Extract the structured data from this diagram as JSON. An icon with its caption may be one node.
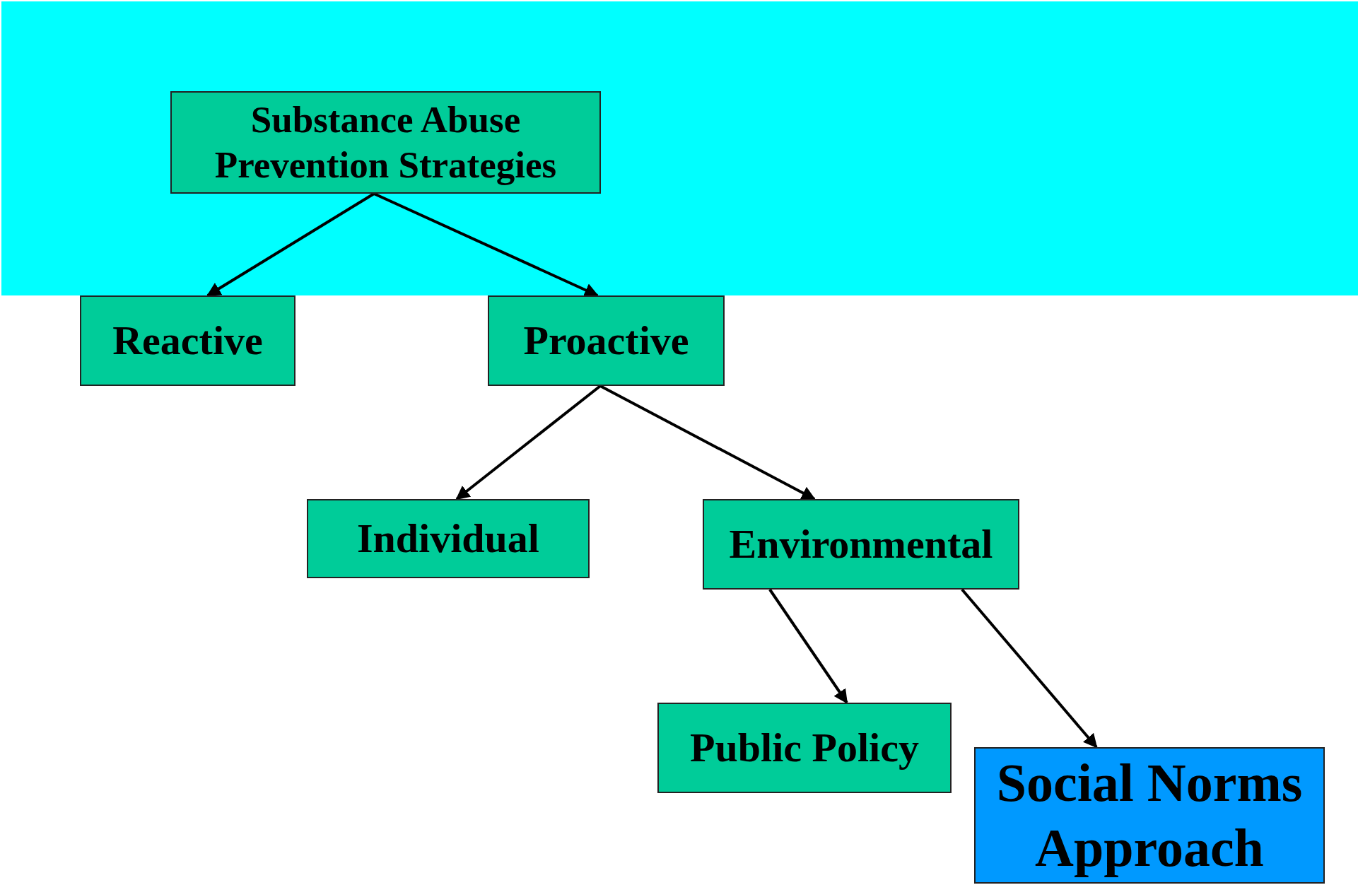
{
  "diagram": {
    "nodes": [
      {
        "text": [
          "Substance Abuse Prevention Strategies"
        ]
      },
      {
        "text": [
          "Reactive"
        ]
      },
      {
        "text": [
          "Proactive"
        ]
      },
      {
        "text": [
          "Individual"
        ]
      },
      {
        "text": [
          "Environmental"
        ]
      },
      {
        "text": [
          "Public Policy"
        ]
      },
      {
        "text": [
          "Social Norms Approach"
        ]
      }
    ],
    "edges": [
      {
        "from": 0,
        "to": 1,
        "arrow": "to"
      },
      {
        "from": 0,
        "to": 2,
        "arrow": "to"
      },
      {
        "from": 2,
        "to": 3,
        "arrow": "to"
      },
      {
        "from": 2,
        "to": 4,
        "arrow": "to"
      },
      {
        "from": 4,
        "to": 5,
        "arrow": "to"
      },
      {
        "from": 4,
        "to": 6,
        "arrow": "to"
      }
    ]
  }
}
